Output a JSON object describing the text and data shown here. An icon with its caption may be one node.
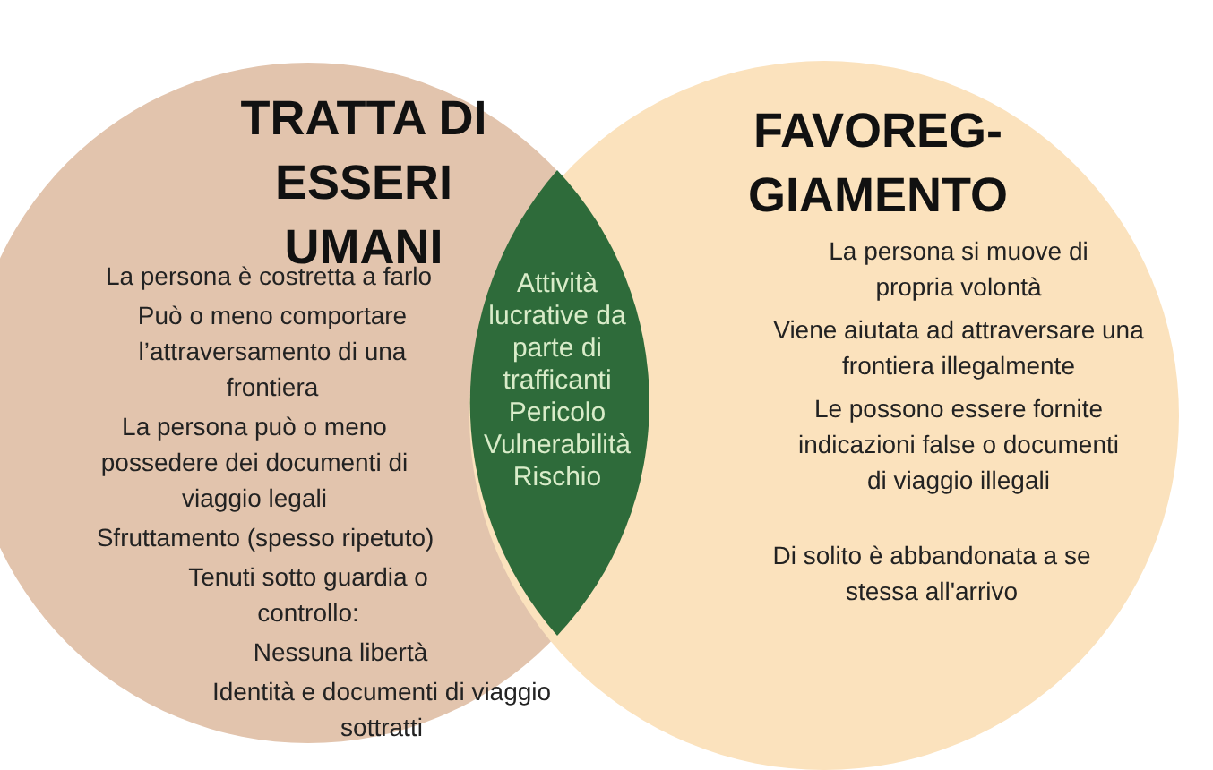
{
  "diagram": {
    "nodes": [
      {
        "text": [
          "TRATTA DI ESSERI UMANI",
          "La persona è costretta a farlo",
          "Può o meno comportare l’attraversamento di una frontiera",
          "La persona può o meno possedere dei documenti di viaggio legali",
          "Sfruttamento (spesso ripetuto)",
          "Tenuti sotto guardia o controllo:",
          "Nessuna libertà",
          "Identità e documenti di viaggio sottratti"
        ]
      },
      {
        "text": [
          "FAVOREG- GIAMENTO",
          "La persona si muove di propria volontà",
          "Viene aiutata ad attraversare una frontiera illegalmente",
          "Le possono essere fornite indicazioni false o documenti di viaggio illegali",
          "Di solito è abbandonata a se stessa all'arrivo"
        ]
      },
      {
        "text": [
          "Attività lucrative da parte di trafficanti",
          "Pericolo",
          "Vulnerabilità",
          "Rischio"
        ]
      }
    ]
  }
}
